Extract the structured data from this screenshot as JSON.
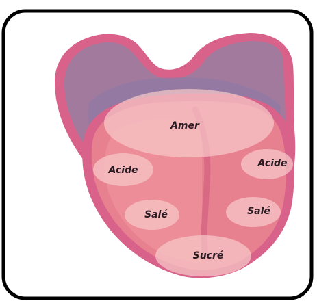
{
  "diagram": {
    "colors": {
      "frame_border": "#000000",
      "frame_fill": "#ffffff",
      "tongue_outline": "#d8628a",
      "tongue_back": "#a17a9e",
      "tongue_back_shadow": "#8a7aa5",
      "tongue_body": "#e8818f",
      "tongue_body_light": "#ef98a0",
      "median_groove": "#d96a86",
      "zone_fill": "#f6c9c9"
    },
    "zones": {
      "amer": "Amer",
      "acide_left": "Acide",
      "acide_right": "Acide",
      "sale_left": "Salé",
      "sale_right": "Salé",
      "sucre": "Sucré"
    }
  }
}
